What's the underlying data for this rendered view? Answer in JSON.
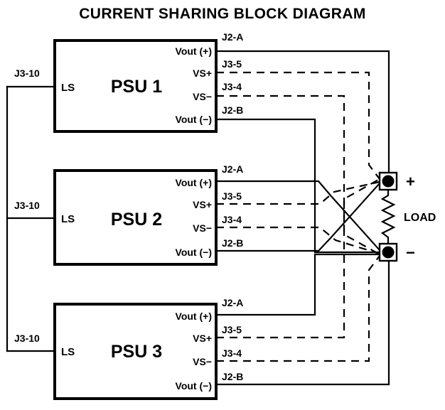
{
  "title": "CURRENT SHARING BLOCK DIAGRAM",
  "psus": [
    {
      "name": "PSU 1",
      "input_pin_label": "LS",
      "input_conn_label": "J3-10",
      "pins": [
        {
          "label": "Vout (+)",
          "conn": "J2-A"
        },
        {
          "label": "VS+",
          "conn": "J3-5"
        },
        {
          "label": "VS−",
          "conn": "J3-4"
        },
        {
          "label": "Vout (−)",
          "conn": "J2-B"
        }
      ]
    },
    {
      "name": "PSU 2",
      "input_pin_label": "LS",
      "input_conn_label": "J3-10",
      "pins": [
        {
          "label": "Vout (+)",
          "conn": "J2-A"
        },
        {
          "label": "VS+",
          "conn": "J3-5"
        },
        {
          "label": "VS−",
          "conn": "J3-4"
        },
        {
          "label": "Vout (−)",
          "conn": "J2-B"
        }
      ]
    },
    {
      "name": "PSU 3",
      "input_pin_label": "LS",
      "input_conn_label": "J3-10",
      "pins": [
        {
          "label": "Vout (+)",
          "conn": "J2-A"
        },
        {
          "label": "VS+",
          "conn": "J3-5"
        },
        {
          "label": "VS−",
          "conn": "J3-4"
        },
        {
          "label": "Vout (−)",
          "conn": "J2-B"
        }
      ]
    }
  ],
  "load": {
    "label": "LOAD",
    "positive_terminal": "+",
    "negative_terminal": "−"
  },
  "colors": {
    "line": "#000000",
    "background": "#ffffff",
    "text": "#000000"
  }
}
